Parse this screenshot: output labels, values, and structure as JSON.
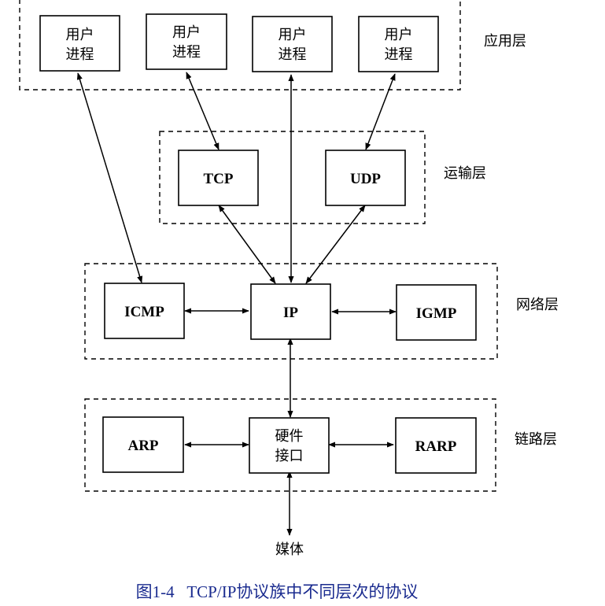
{
  "nodes": {
    "user1": [
      "用户",
      "进程"
    ],
    "user2": [
      "用户",
      "进程"
    ],
    "user3": [
      "用户",
      "进程"
    ],
    "user4": [
      "用户",
      "进程"
    ],
    "tcp": [
      "TCP"
    ],
    "udp": [
      "UDP"
    ],
    "icmp": [
      "ICMP"
    ],
    "ip": [
      "IP"
    ],
    "igmp": [
      "IGMP"
    ],
    "arp": [
      "ARP"
    ],
    "hw": [
      "硬件",
      "接口"
    ],
    "rarp": [
      "RARP"
    ],
    "media": [
      "媒体"
    ]
  },
  "layers": {
    "application": "应用层",
    "transport": "运输层",
    "network": "网络层",
    "link": "链路层"
  },
  "caption": "图1-4   TCP/IP协议族中不同层次的协议"
}
